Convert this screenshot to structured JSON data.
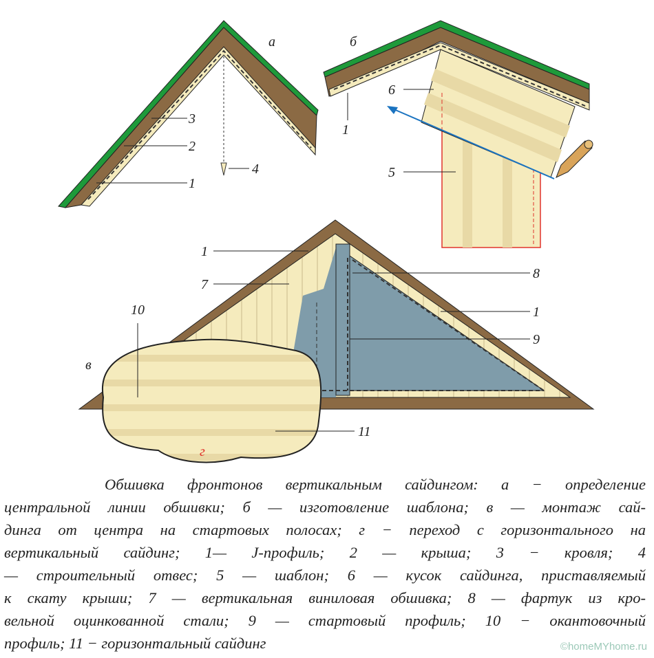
{
  "labels": {
    "a": "а",
    "b": "б",
    "v": "в",
    "g": "г",
    "n1": "1",
    "n2": "2",
    "n3": "3",
    "n4": "4",
    "n5": "5",
    "n6": "6",
    "n7": "7",
    "n8": "8",
    "n9": "9",
    "n10": "10",
    "n11": "11"
  },
  "caption": [
    "Обшивка фронтонов вертикальным сайдингом: а − определение",
    "центральной линии обшивки; б — изготовление шаблона; в — монтаж сай-",
    "динга от центра на стартовых полосах; г − переход с горизонтального на",
    "вертикальный сайдинг;     1— J-профиль;     2 — крыша;  3 − кровля;   4",
    "— строительный   отвес; 5 — шаблон; 6 — кусок сайдинга, приставляемый",
    "к скату крыши; 7 — вертикальная виниловая обшивка; 8 — фартук из кро-",
    "вельной оцинкованной стали; 9 — стартовый профиль; 10 − окантовочный",
    "профиль; 11 − горизонтальный сайдинг"
  ],
  "watermark": "©homeMYhome.ru",
  "colors": {
    "roofing": "#1e9a3a",
    "roof": "#8b6a44",
    "siding": "#f5ebbd",
    "panel": "#7f9caa",
    "template": "#e0332b",
    "guide": "#1a73c0"
  }
}
